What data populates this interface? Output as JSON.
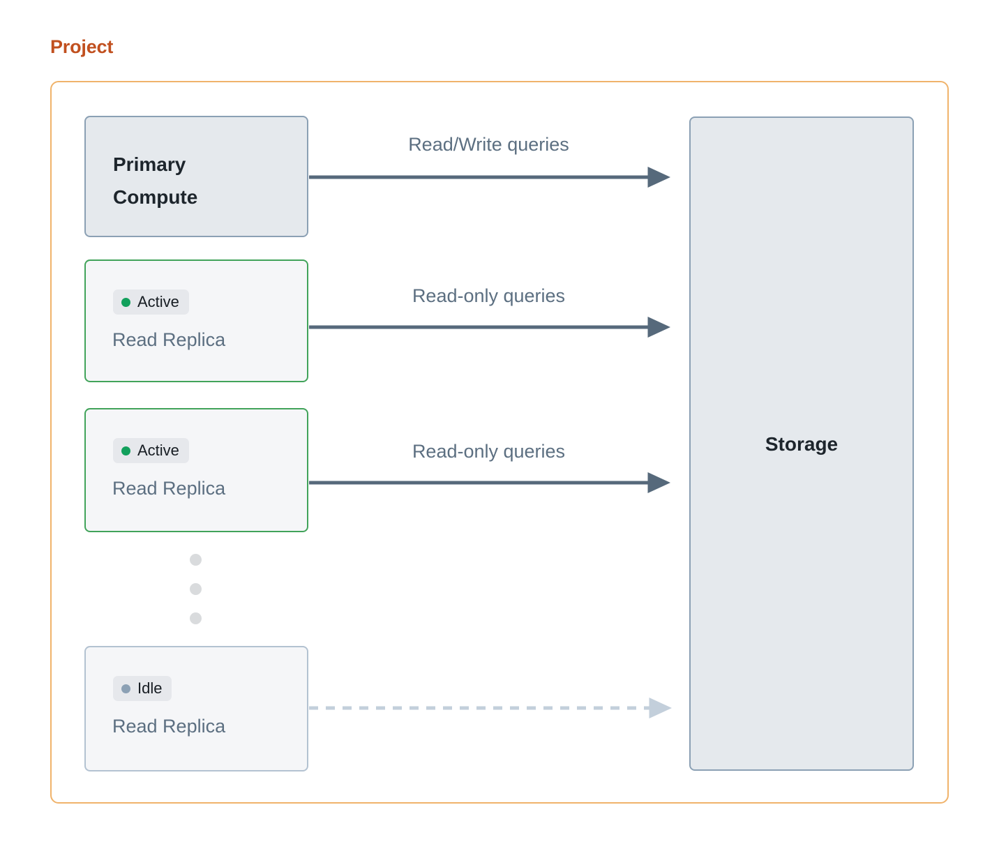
{
  "title": "Project",
  "colors": {
    "title": "#c1501f",
    "container_border": "#f0b36b",
    "compute_fill": "#e5e9ed",
    "compute_border": "#8ba0b4",
    "replica_fill": "#f5f6f8",
    "active_border": "#41a35a",
    "idle_border": "#b3c2d1",
    "badge_bg": "#e6e8ec",
    "active_dot": "#12a05c",
    "idle_dot": "#8ba0b4",
    "arrow_active": "#56697b",
    "arrow_idle": "#c3cfdb",
    "label_text": "#5c6f81",
    "heading_text": "#1d252c",
    "ellipsis_dot": "#d9dbdd"
  },
  "nodes": {
    "primary": {
      "label": "Primary\nCompute"
    },
    "storage": {
      "label": "Storage"
    },
    "replicas": [
      {
        "status": "Active",
        "status_state": "active",
        "name": "Read Replica"
      },
      {
        "status": "Active",
        "status_state": "active",
        "name": "Read Replica"
      },
      {
        "status": "Idle",
        "status_state": "idle",
        "name": "Read Replica"
      }
    ]
  },
  "edges": [
    {
      "label": "Read/Write queries",
      "from": "primary",
      "to": "storage",
      "style": "solid"
    },
    {
      "label": "Read-only queries",
      "from": "replica-1",
      "to": "storage",
      "style": "solid"
    },
    {
      "label": "Read-only queries",
      "from": "replica-2",
      "to": "storage",
      "style": "solid"
    },
    {
      "label": "",
      "from": "replica-3",
      "to": "storage",
      "style": "dashed"
    }
  ],
  "ellipsis": {
    "count": 3,
    "meaning": "more replicas"
  }
}
